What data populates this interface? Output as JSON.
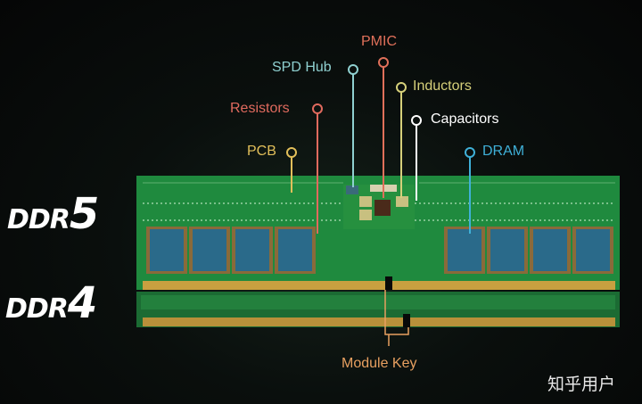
{
  "labels": {
    "pmic": {
      "text": "PMIC",
      "color": "#e0705a"
    },
    "spd_hub": {
      "text": "SPD Hub",
      "color": "#8fd0d0"
    },
    "inductors": {
      "text": "Inductors",
      "color": "#d6d07a"
    },
    "resistors": {
      "text": "Resistors",
      "color": "#e06a5e"
    },
    "capacitors": {
      "text": "Capacitors",
      "color": "#ffffff"
    },
    "pcb": {
      "text": "PCB",
      "color": "#e2bf5a"
    },
    "dram": {
      "text": "DRAM",
      "color": "#3fb0d8"
    },
    "module_key": {
      "text": "Module Key",
      "color": "#e8a060"
    }
  },
  "modules": {
    "ddr5": {
      "prefix": "DDR",
      "digit": "5"
    },
    "ddr4": {
      "prefix": "DDR",
      "digit": "4"
    }
  },
  "colors": {
    "pcb_green": "#1f7f3a",
    "dram_chip": "#2a6a8a",
    "gold": "#c8a040"
  },
  "watermark": "知乎用户"
}
